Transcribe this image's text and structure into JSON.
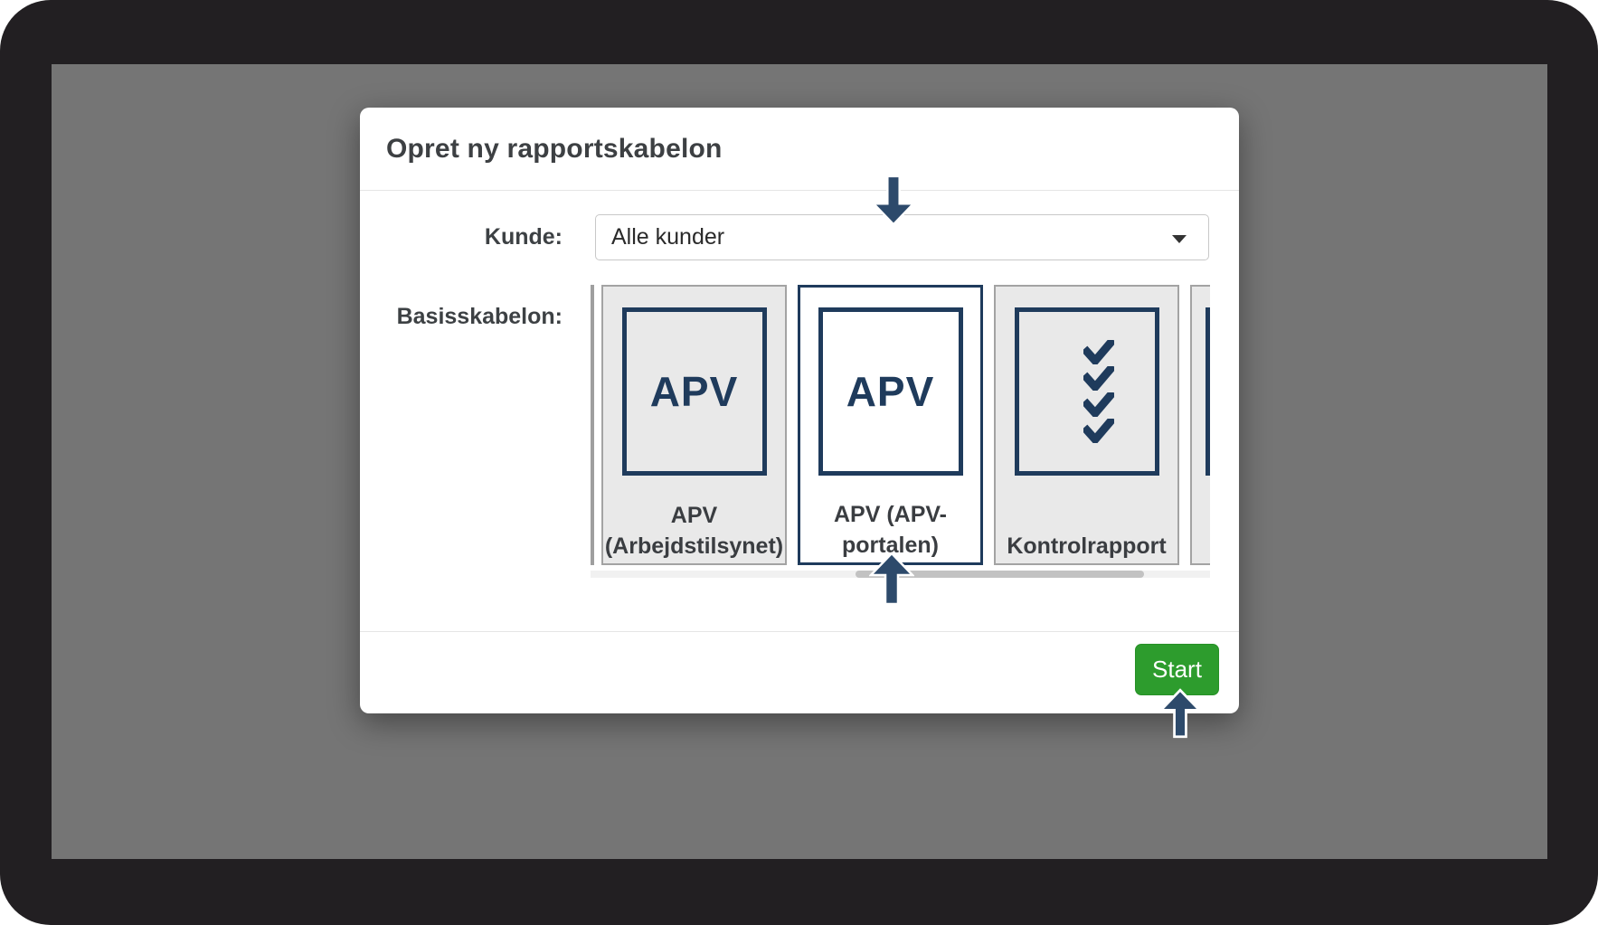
{
  "modal": {
    "title": "Opret ny rapportskabelon"
  },
  "form": {
    "customer_label": "Kunde:",
    "customer_value": "Alle kunder",
    "basis_label": "Basisskabelon:"
  },
  "templates": [
    {
      "thumb_text": "APV",
      "label_line1": "APV",
      "label_line2": "(Arbejdstilsynet)",
      "selected": false
    },
    {
      "thumb_text": "APV",
      "label_line1": "APV (APV-",
      "label_line2": "portalen)",
      "selected": true
    },
    {
      "thumb_text": "",
      "label_line1": "",
      "label_line2": "Kontrolrapport",
      "selected": false,
      "check_count": 4
    },
    {
      "thumb_text": "",
      "label_line1": "",
      "label_line2": "",
      "selected": false,
      "partially_visible": true
    }
  ],
  "footer": {
    "start_label": "Start"
  },
  "colors": {
    "frame_black": "#221f22",
    "backdrop_gray": "#757575",
    "navy": "#1f3b5c",
    "annotation_arrow_navy": "#2d4a6b",
    "start_green": "#2d9c2d",
    "card_gray": "#e9e9e9",
    "card_border_gray": "#a3a3a3",
    "text_dark": "#3d4043"
  },
  "icons": {
    "dropdown_caret": "▾",
    "check": "✔",
    "annotation_arrow_down": "⬇",
    "annotation_arrow_up": "⬆"
  }
}
